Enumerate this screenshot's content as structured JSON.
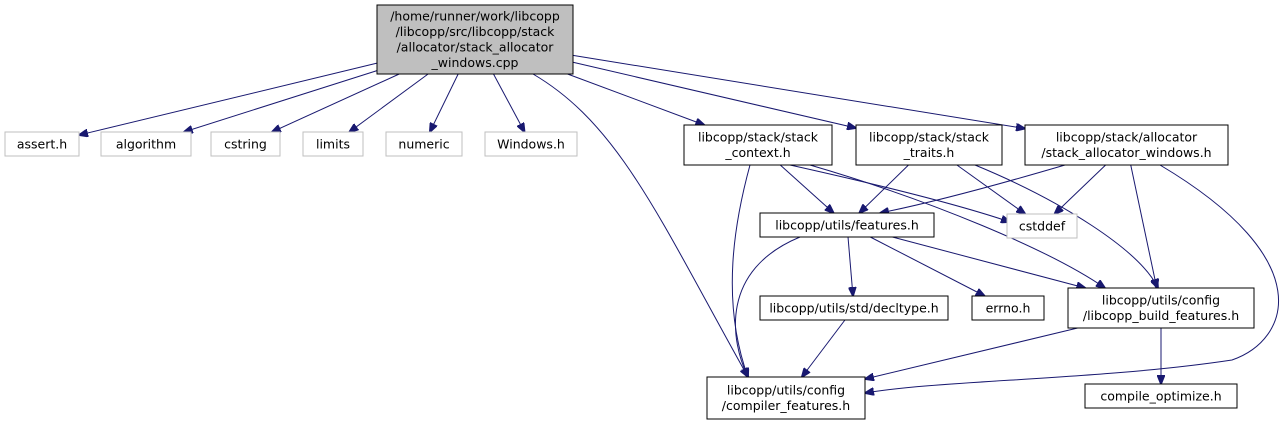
{
  "diagram": {
    "colors": {
      "root_fill": "#bfbfbf",
      "node_stroke": "#000000",
      "external_stroke": "#bfbfbf",
      "edge": "#191970",
      "text": "#000000"
    },
    "nodes": [
      {
        "id": "root",
        "kind": "root",
        "lines": [
          "/home/runner/work/libcopp",
          "/libcopp/src/libcopp/stack",
          "/allocator/stack_allocator",
          "_windows.cpp"
        ]
      },
      {
        "id": "assert",
        "kind": "external",
        "lines": [
          "assert.h"
        ]
      },
      {
        "id": "algorithm",
        "kind": "external",
        "lines": [
          "algorithm"
        ]
      },
      {
        "id": "cstring",
        "kind": "external",
        "lines": [
          "cstring"
        ]
      },
      {
        "id": "limits",
        "kind": "external",
        "lines": [
          "limits"
        ]
      },
      {
        "id": "numeric",
        "kind": "external",
        "lines": [
          "numeric"
        ]
      },
      {
        "id": "windows",
        "kind": "external",
        "lines": [
          "Windows.h"
        ]
      },
      {
        "id": "stack_context",
        "kind": "local",
        "lines": [
          "libcopp/stack/stack",
          "_context.h"
        ]
      },
      {
        "id": "stack_traits",
        "kind": "local",
        "lines": [
          "libcopp/stack/stack",
          "_traits.h"
        ]
      },
      {
        "id": "stack_alloc_win",
        "kind": "local",
        "lines": [
          "libcopp/stack/allocator",
          "/stack_allocator_windows.h"
        ]
      },
      {
        "id": "features",
        "kind": "local",
        "lines": [
          "libcopp/utils/features.h"
        ]
      },
      {
        "id": "cstddef",
        "kind": "external",
        "lines": [
          "cstddef"
        ]
      },
      {
        "id": "decltype",
        "kind": "local",
        "lines": [
          "libcopp/utils/std/decltype.h"
        ]
      },
      {
        "id": "errno",
        "kind": "local",
        "lines": [
          "errno.h"
        ]
      },
      {
        "id": "build_features",
        "kind": "local",
        "lines": [
          "libcopp/utils/config",
          "/libcopp_build_features.h"
        ]
      },
      {
        "id": "compiler_features",
        "kind": "local",
        "lines": [
          "libcopp/utils/config",
          "/compiler_features.h"
        ]
      },
      {
        "id": "compile_optimize",
        "kind": "local",
        "lines": [
          "compile_optimize.h"
        ]
      }
    ],
    "edges": [
      {
        "from": "root",
        "to": "assert"
      },
      {
        "from": "root",
        "to": "algorithm"
      },
      {
        "from": "root",
        "to": "cstring"
      },
      {
        "from": "root",
        "to": "limits"
      },
      {
        "from": "root",
        "to": "numeric"
      },
      {
        "from": "root",
        "to": "windows"
      },
      {
        "from": "root",
        "to": "stack_context"
      },
      {
        "from": "root",
        "to": "stack_traits"
      },
      {
        "from": "root",
        "to": "stack_alloc_win"
      },
      {
        "from": "root",
        "to": "compiler_features"
      },
      {
        "from": "stack_context",
        "to": "features"
      },
      {
        "from": "stack_context",
        "to": "cstddef"
      },
      {
        "from": "stack_context",
        "to": "build_features"
      },
      {
        "from": "stack_context",
        "to": "compiler_features"
      },
      {
        "from": "stack_traits",
        "to": "features"
      },
      {
        "from": "stack_traits",
        "to": "cstddef"
      },
      {
        "from": "stack_traits",
        "to": "build_features"
      },
      {
        "from": "stack_alloc_win",
        "to": "features"
      },
      {
        "from": "stack_alloc_win",
        "to": "cstddef"
      },
      {
        "from": "stack_alloc_win",
        "to": "build_features"
      },
      {
        "from": "stack_alloc_win",
        "to": "compiler_features"
      },
      {
        "from": "features",
        "to": "decltype"
      },
      {
        "from": "features",
        "to": "errno"
      },
      {
        "from": "features",
        "to": "build_features"
      },
      {
        "from": "features",
        "to": "compiler_features"
      },
      {
        "from": "decltype",
        "to": "compiler_features"
      },
      {
        "from": "build_features",
        "to": "compiler_features"
      },
      {
        "from": "build_features",
        "to": "compile_optimize"
      }
    ]
  }
}
